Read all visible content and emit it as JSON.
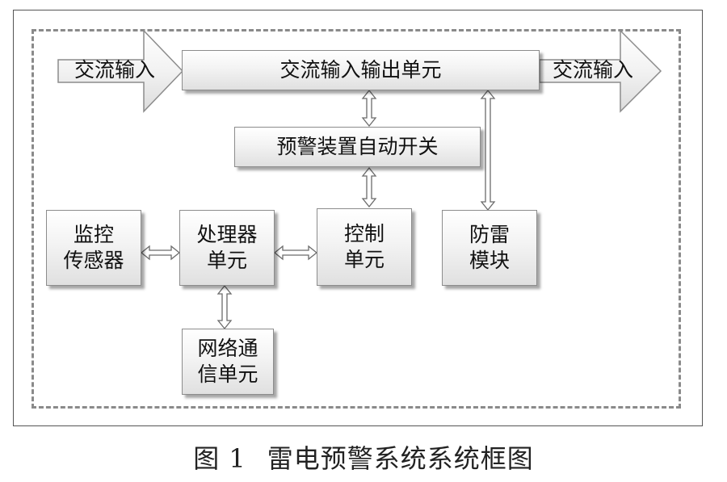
{
  "diagram": {
    "input_label": "交流输入",
    "output_label": "交流输入",
    "io_unit": "交流输入输出单元",
    "auto_switch": "预警装置自动开关",
    "sensor": [
      "监控",
      "传感器"
    ],
    "processor": [
      "处理器",
      "单元"
    ],
    "control": [
      "控制",
      "单元"
    ],
    "lightning": [
      "防雷",
      "模块"
    ],
    "network": [
      "网络通",
      "信单元"
    ]
  },
  "caption": {
    "number": "图 1",
    "title": "雷电预警系统系统框图"
  }
}
